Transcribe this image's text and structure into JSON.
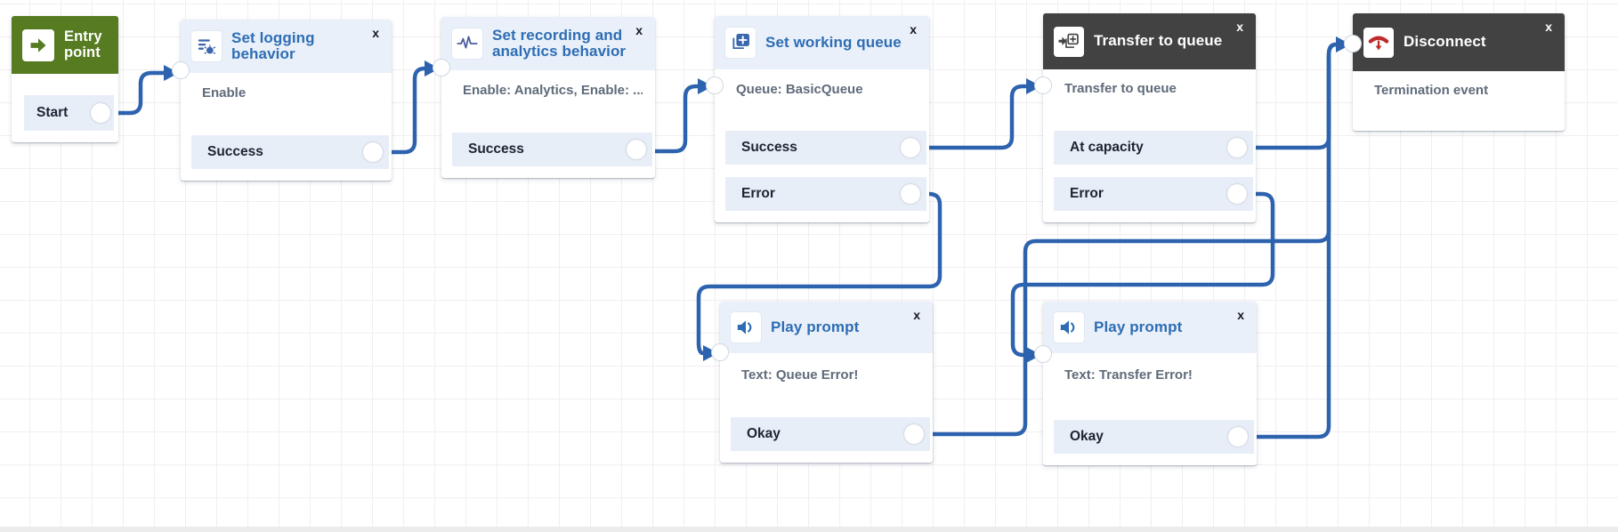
{
  "ui": {
    "close_label": "x"
  },
  "colors": {
    "wire_blue": "#2d63ae",
    "title_blue": "#2e6db4",
    "header_light": "#e9f0f9",
    "header_dark": "#424242",
    "entry_green": "#567b21",
    "row_bg": "#e8eef8",
    "disconnect_red": "#bf2b2b",
    "descriptor_gray": "#5f6b7a"
  },
  "nodes": {
    "entry": {
      "title": "Entry point",
      "icon": "entry-arrow-icon",
      "rows": [
        {
          "label": "Start"
        }
      ]
    },
    "set_logging": {
      "title": "Set logging behavior",
      "icon": "logging-list-bug-icon",
      "descriptor": "Enable",
      "rows": [
        {
          "label": "Success"
        }
      ]
    },
    "set_recording": {
      "title": "Set recording and analytics behavior",
      "icon": "waveform-icon",
      "descriptor": "Enable: Analytics, Enable: ...",
      "rows": [
        {
          "label": "Success"
        }
      ]
    },
    "set_queue": {
      "title": "Set working queue",
      "icon": "queue-stack-plus-icon",
      "descriptor": "Queue: BasicQueue",
      "rows": [
        {
          "label": "Success"
        },
        {
          "label": "Error"
        }
      ]
    },
    "transfer": {
      "title": "Transfer to queue",
      "icon": "arrow-into-queue-icon",
      "descriptor": "Transfer to queue",
      "rows": [
        {
          "label": "At capacity"
        },
        {
          "label": "Error"
        }
      ]
    },
    "disconnect": {
      "title": "Disconnect",
      "icon": "hang-up-phone-icon",
      "descriptor": "Termination event",
      "rows": []
    },
    "play_queue_error": {
      "title": "Play prompt",
      "icon": "speaker-icon",
      "descriptor": "Text: Queue Error!",
      "rows": [
        {
          "label": "Okay"
        }
      ]
    },
    "play_transfer_error": {
      "title": "Play prompt",
      "icon": "speaker-icon",
      "descriptor": "Text: Transfer Error!",
      "rows": [
        {
          "label": "Okay"
        }
      ]
    }
  },
  "connections": [
    {
      "from": "entry.Start",
      "to": "set_logging"
    },
    {
      "from": "set_logging.Success",
      "to": "set_recording"
    },
    {
      "from": "set_recording.Success",
      "to": "set_queue"
    },
    {
      "from": "set_queue.Success",
      "to": "transfer"
    },
    {
      "from": "set_queue.Error",
      "to": "play_queue_error"
    },
    {
      "from": "transfer.At capacity",
      "to": "disconnect"
    },
    {
      "from": "transfer.Error",
      "to": "play_transfer_error"
    },
    {
      "from": "play_queue_error.Okay",
      "to": "disconnect"
    },
    {
      "from": "play_transfer_error.Okay",
      "to": "disconnect"
    }
  ]
}
